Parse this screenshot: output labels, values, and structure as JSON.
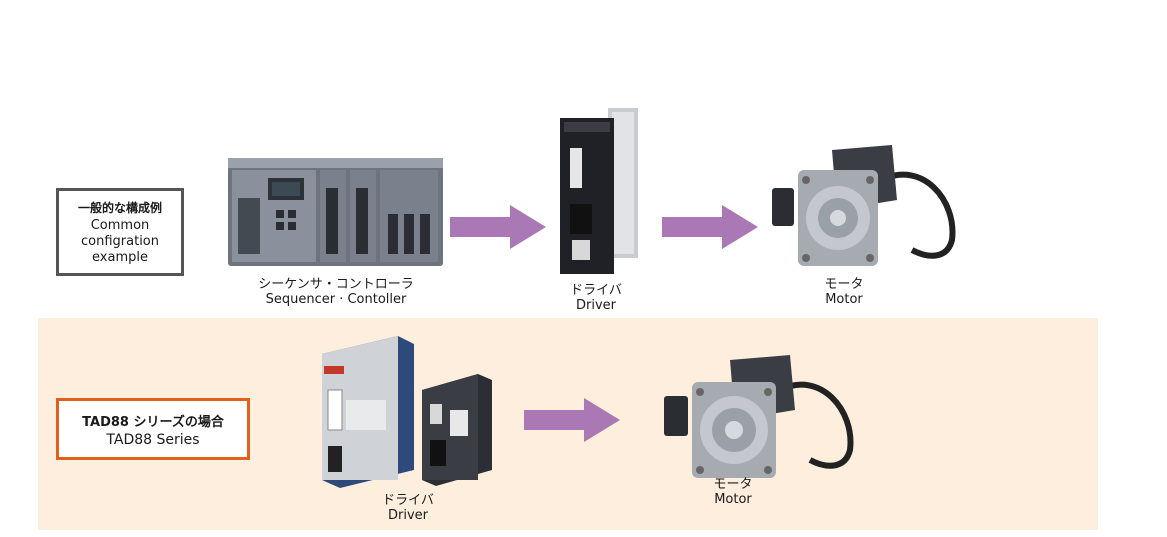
{
  "common_config": {
    "label_jp": "一般的な構成例",
    "label_en": "Common configration example"
  },
  "tad88": {
    "label_jp": "TAD88 シリーズの場合",
    "label_en": "TAD88 Series"
  },
  "components": {
    "controller": {
      "label_jp": "シーケンサ・コントローラ",
      "label_en": "Sequencer · Contoller"
    },
    "driver_top": {
      "label_jp": "ドライバ",
      "label_en": "Driver"
    },
    "motor_top": {
      "label_jp": "モータ",
      "label_en": "Motor"
    },
    "driver_bottom": {
      "label_jp": "ドライバ",
      "label_en": "Driver"
    },
    "motor_bottom": {
      "label_jp": "モータ",
      "label_en": "Motor"
    }
  },
  "colors": {
    "arrow": "#a978b5",
    "band": "#fdeedd",
    "common_border": "#555555",
    "tad_border": "#e0601c"
  }
}
